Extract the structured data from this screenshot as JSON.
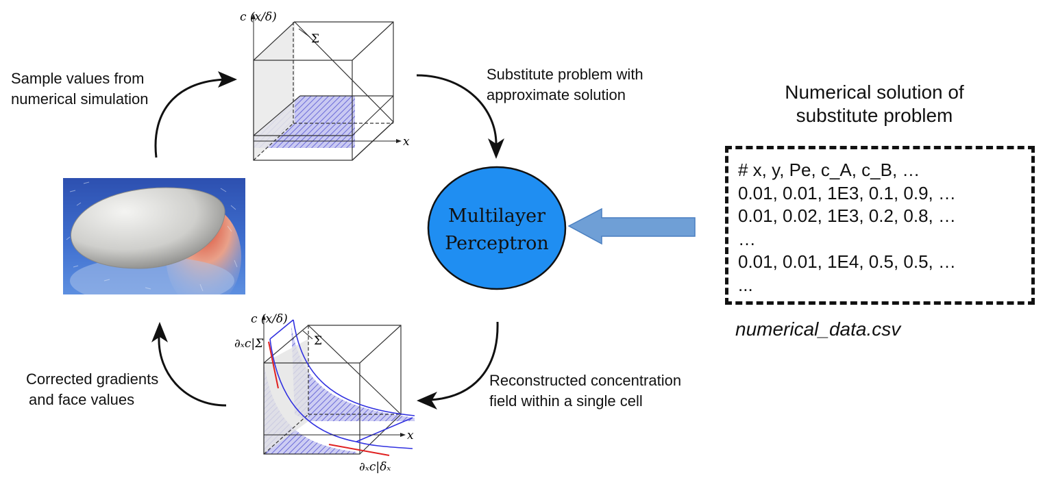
{
  "loop": {
    "top_left_label": [
      "Sample values from",
      "numerical simulation"
    ],
    "top_right_label": [
      "Substitute problem with",
      "approximate solution"
    ],
    "bottom_right_label": [
      "Reconstructed concentration",
      "field within a single cell"
    ],
    "bottom_left_label": [
      "Corrected gradients",
      "and face values"
    ]
  },
  "mlp": {
    "line1": "Multilayer",
    "line2": "Perceptron",
    "fill_color": "#1f8ef2"
  },
  "top_cell": {
    "axis_y": "c (x/δ)",
    "axis_x": "x",
    "interface": "Σ"
  },
  "bottom_cell": {
    "axis_y": "c (x/δ)",
    "axis_x": "x",
    "interface": "Σ",
    "grad_interface": "∂ₓc|Σ",
    "grad_boundary": "∂ₓc|δₓ"
  },
  "csv": {
    "title": [
      "Numerical solution of",
      "substitute problem"
    ],
    "lines": [
      "# x, y, Pe, c_A, c_B, …",
      "0.01, 0.01, 1E3, 0.1, 0.9, …",
      "0.01, 0.02, 1E3, 0.2, 0.8, …",
      "…",
      "0.01, 0.01, 1E4, 0.5, 0.5, …",
      "..."
    ],
    "filename": "numerical_data.csv"
  },
  "colors": {
    "hatch_fill": "#6b6bd8",
    "arrow_fill": "#6f9fd6",
    "gradient_line": "#e02020"
  }
}
